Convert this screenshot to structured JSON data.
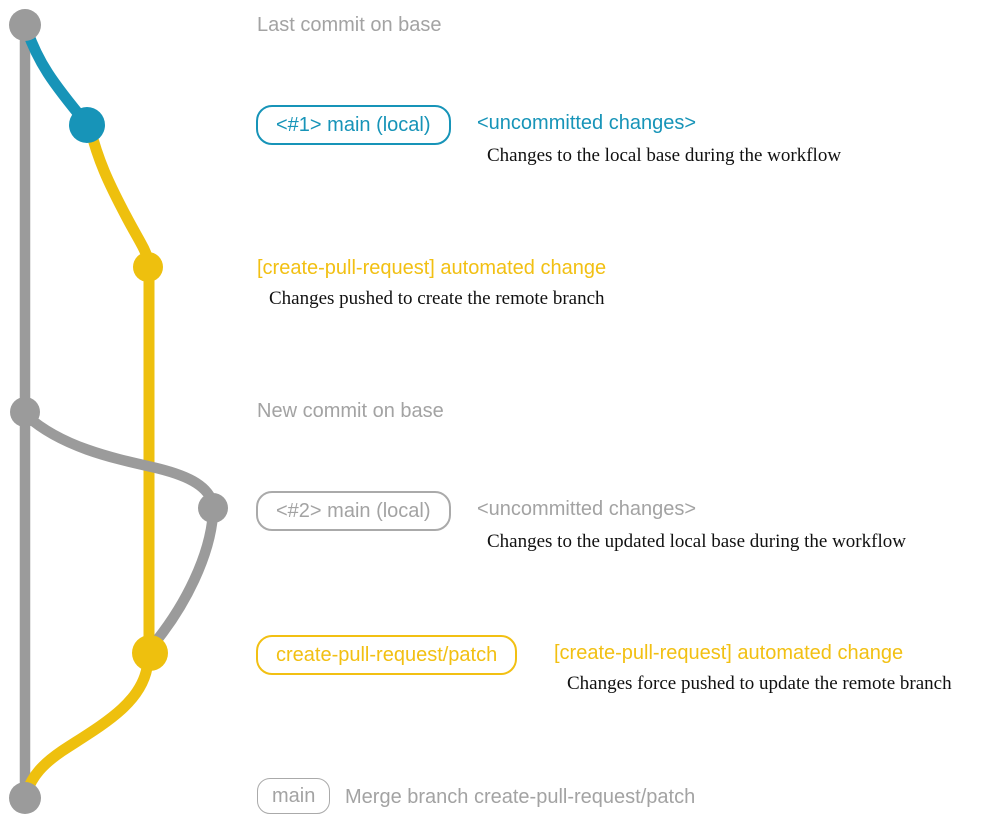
{
  "colors": {
    "graph_gray": "#9b9b9b",
    "text_gray": "#a3a3a3",
    "teal": "#1794b8",
    "graph_yellow": "#eec00e",
    "text_yellow": "#f2c013",
    "note_black": "#111111"
  },
  "graph": {
    "nodes": [
      {
        "name": "base-commit-1",
        "color": "gray"
      },
      {
        "name": "local-commit-1",
        "color": "teal"
      },
      {
        "name": "remote-commit-1",
        "color": "yellow"
      },
      {
        "name": "base-commit-2",
        "color": "gray"
      },
      {
        "name": "local-commit-2",
        "color": "gray"
      },
      {
        "name": "remote-commit-2",
        "color": "yellow"
      },
      {
        "name": "merge-commit",
        "color": "gray"
      }
    ]
  },
  "rows": {
    "last_commit": {
      "label": "Last commit on base"
    },
    "local_1": {
      "branch_label": "<#1> main (local)",
      "annotation": "<uncommitted changes>",
      "description": "Changes to the local base during the workflow"
    },
    "remote_1": {
      "annotation": "[create-pull-request] automated change",
      "description": "Changes pushed to create the remote branch"
    },
    "new_commit": {
      "label": "New commit on base"
    },
    "local_2": {
      "branch_label": "<#2> main (local)",
      "annotation": "<uncommitted changes>",
      "description": "Changes to the updated local base during the workflow"
    },
    "remote_2": {
      "branch_label": "create-pull-request/patch",
      "annotation": "[create-pull-request] automated change",
      "description": "Changes force pushed to update the remote branch"
    },
    "merge": {
      "branch_label": "main",
      "label": "Merge branch create-pull-request/patch"
    }
  }
}
